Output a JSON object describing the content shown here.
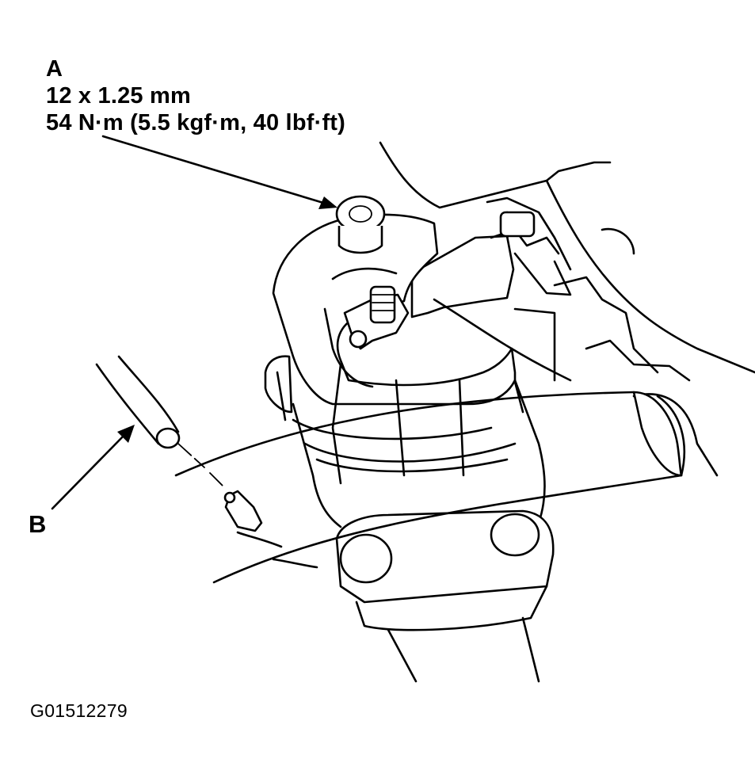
{
  "callout_a": {
    "letter": "A",
    "thread_spec": "12 x 1.25 mm",
    "torque_spec": "54 N·m (5.5 kgf·m, 40 lbf·ft)"
  },
  "callout_b": {
    "letter": "B"
  },
  "figure_code": "G01512279",
  "colors": {
    "line": "#000000",
    "background": "#ffffff"
  }
}
